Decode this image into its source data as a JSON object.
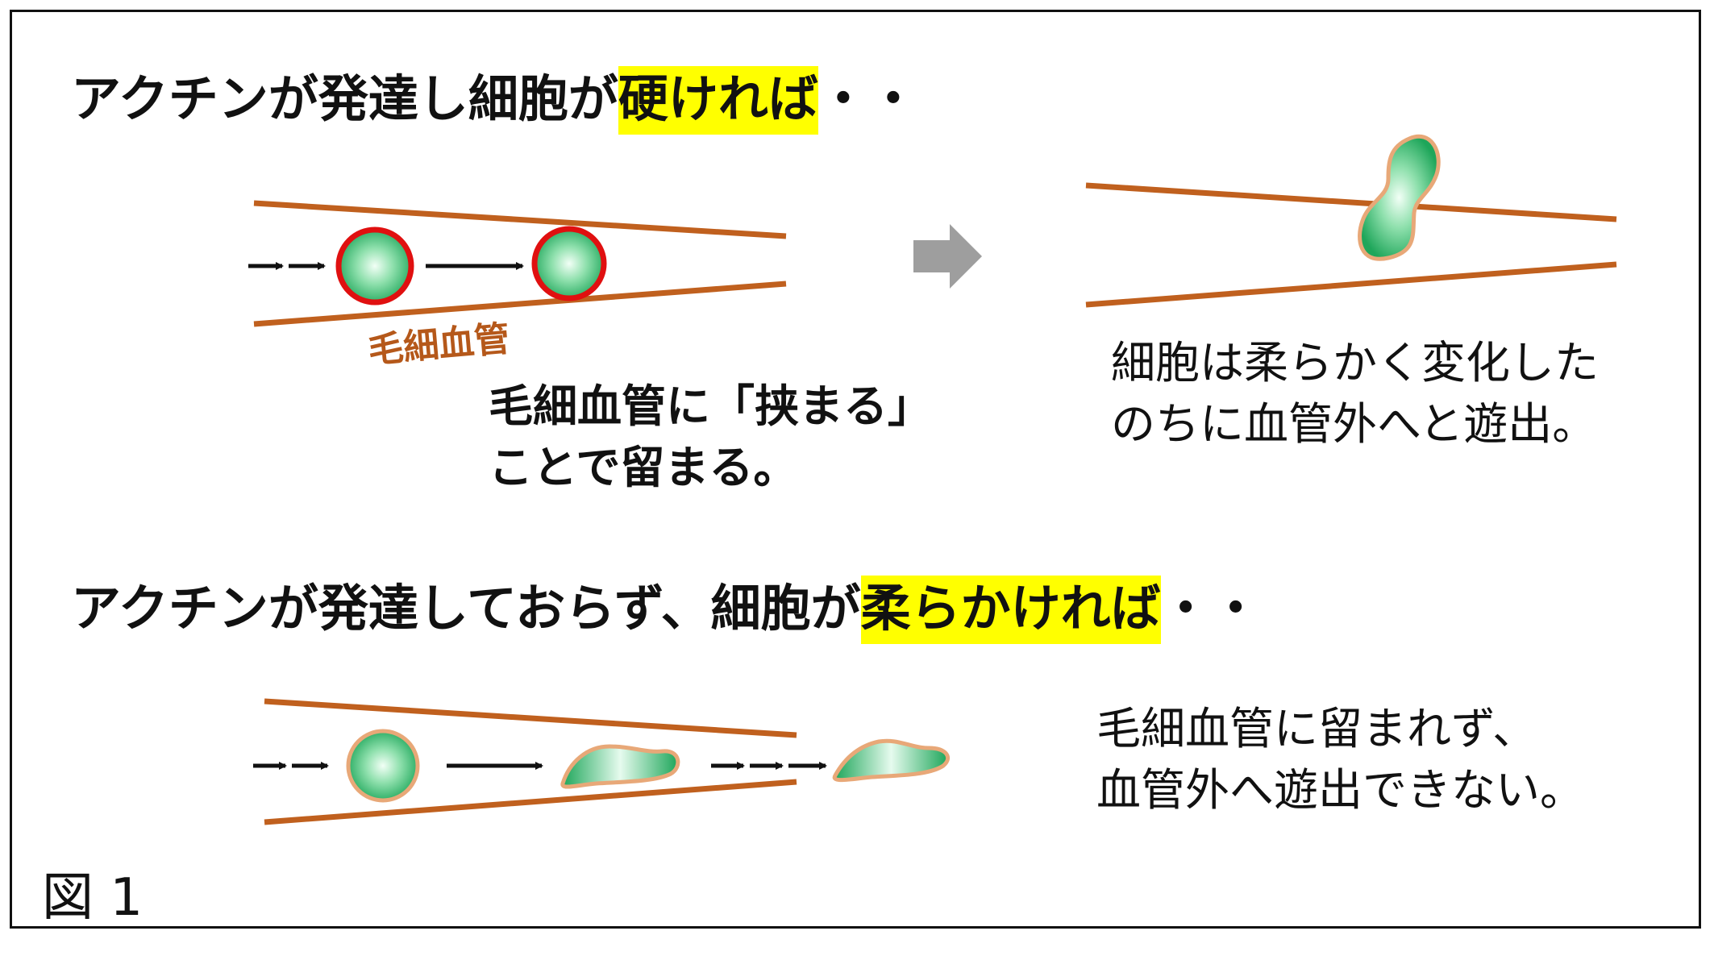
{
  "heading_top": {
    "prefix": "アクチンが発達し細胞が",
    "highlight": "硬ければ",
    "suffix": "・・"
  },
  "heading_bottom": {
    "prefix": "アクチンが発達しておらず、細胞が",
    "highlight": "柔らかければ",
    "suffix": "・・"
  },
  "vessel_label": "毛細血管",
  "caption_stuck": [
    "毛細血管に「挟まる」",
    "ことで留まる。"
  ],
  "caption_extravasate": [
    "細胞は柔らかく変化した",
    "のちに血管外へと遊出。"
  ],
  "caption_no_extravasate": [
    "毛細血管に留まれず、",
    "血管外へ遊出できない。"
  ],
  "figure_label": "図 1",
  "colors": {
    "highlight": "#ffff00",
    "vessel": "#c0601e",
    "rigid_cell_border": "#e01010",
    "cell_fill": "#3cbf6e",
    "arrow_gray": "#9e9e9e",
    "soft_cell_border": "#e8a878"
  }
}
